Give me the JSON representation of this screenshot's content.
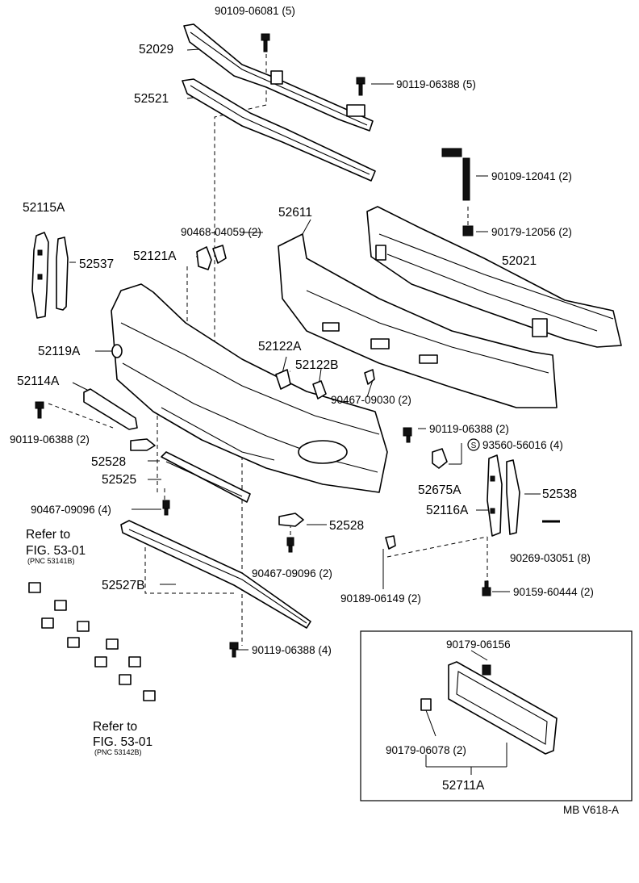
{
  "labels": {
    "p1": "90109-06081 (5)",
    "p2": "52029",
    "p3": "90119-06388 (5)",
    "p4": "52521",
    "p5": "90109-12041 (2)",
    "p6": "52115A",
    "p7": "52611",
    "p8": "90179-12056 (2)",
    "p9": "90468-04059 (2)",
    "p10": "52121A",
    "p11": "52537",
    "p12": "52021",
    "p13": "52119A",
    "p14": "52122A",
    "p15": "52122B",
    "p16": "52114A",
    "p17": "90467-09030 (2)",
    "p18": "90119-06388 (2)",
    "p19": "90119-06388 (2)",
    "p20": "93560-56016 (4)",
    "p21": "52528",
    "p22": "52525",
    "p23": "52675A",
    "p24": "52538",
    "p25": "90467-09096 (4)",
    "p26": "52116A",
    "p27": "52528",
    "p28": "90269-03051 (8)",
    "p29": "90467-09096 (2)",
    "p30": "52527B",
    "p31": "90189-06149 (2)",
    "p32": "90159-60444 (2)",
    "p33": "90119-06388 (4)",
    "p34": "90179-06156",
    "p35": "90179-06078 (2)",
    "p36": "52711A",
    "s_circle": "S"
  },
  "refer1": {
    "line1": "Refer to",
    "line2": "FIG. 53-01",
    "line3": "(PNC 53141B)"
  },
  "refer2": {
    "line1": "Refer to",
    "line2": "FIG. 53-01",
    "line3": "(PNC 53142B)"
  },
  "figure_code": "MB V618-A"
}
